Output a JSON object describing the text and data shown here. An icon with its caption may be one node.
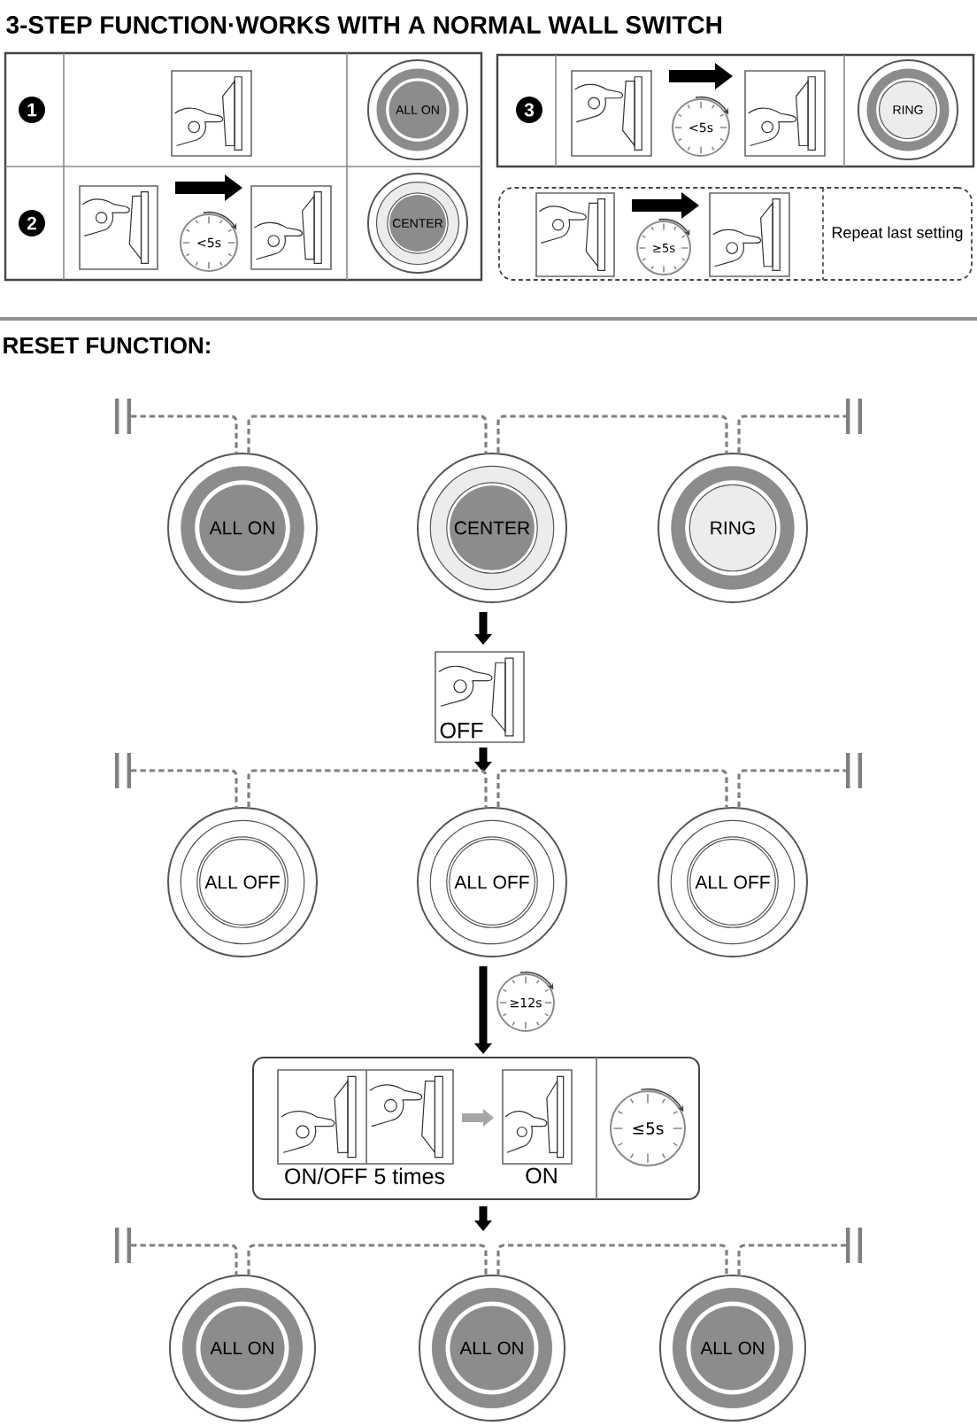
{
  "diagram": {
    "title": "3-STEP FUNCTION·WORKS WITH A NORMAL WALL SWITCH",
    "nodes": [
      {
        "text": [],
        "shape": "box"
      },
      {
        "text": [
          "1"
        ],
        "in": 0
      },
      {
        "text": [],
        "shape": "picture",
        "in": 0
      },
      {
        "text": [
          "ALL ON"
        ],
        "in": 0
      },
      {
        "text": [
          "2"
        ],
        "in": 0
      },
      {
        "text": [],
        "shape": "picture",
        "in": 0
      },
      {
        "text": [
          "<5s"
        ],
        "in": 0
      },
      {
        "text": [],
        "shape": "picture",
        "in": 0
      },
      {
        "text": [
          "CENTER"
        ],
        "in": 0
      },
      {
        "text": [],
        "shape": "box"
      },
      {
        "text": [
          "3"
        ],
        "in": 9
      },
      {
        "text": [],
        "shape": "picture",
        "in": 9
      },
      {
        "text": [
          "<5s"
        ],
        "in": 9
      },
      {
        "text": [],
        "shape": "picture",
        "in": 9
      },
      {
        "text": [
          "RING"
        ],
        "in": 9
      },
      {
        "text": [
          "Repeat last setting"
        ]
      },
      {
        "text": [],
        "shape": "picture",
        "in": 15
      },
      {
        "text": [
          "≥5s"
        ],
        "in": 15
      },
      {
        "text": [],
        "shape": "picture",
        "in": 15
      },
      {
        "text": [],
        "shape": "bar"
      },
      {
        "text": [
          "ALL ON"
        ]
      },
      {
        "text": [
          "CENTER"
        ]
      },
      {
        "text": [
          "RING"
        ]
      },
      {
        "text": [],
        "shape": "bar"
      },
      {
        "text": [
          "OFF"
        ]
      },
      {
        "text": [],
        "shape": "bar"
      },
      {
        "text": [
          "ALL OFF"
        ]
      },
      {
        "text": [
          "ALL OFF"
        ]
      },
      {
        "text": [
          "ALL OFF"
        ]
      },
      {
        "text": [],
        "shape": "bar"
      },
      {
        "text": [
          "≥12s"
        ]
      },
      {
        "text": [],
        "shape": "box"
      },
      {
        "text": [
          "ON/OFF 5 times"
        ],
        "in": 31
      },
      {
        "text": [
          "ON"
        ],
        "in": 31
      },
      {
        "text": [
          "≤5s"
        ],
        "in": 31
      },
      {
        "text": [],
        "shape": "bar"
      },
      {
        "text": [
          "ALL ON"
        ]
      },
      {
        "text": [
          "ALL ON"
        ]
      },
      {
        "text": [
          "ALL ON"
        ]
      },
      {
        "text": [],
        "shape": "bar"
      }
    ],
    "edges": [
      {
        "from": 5,
        "to": 7,
        "arrow": "to",
        "style": "thick",
        "color": "#000000"
      },
      {
        "from": 11,
        "to": 13,
        "arrow": "to",
        "style": "thick",
        "color": "#000000"
      },
      {
        "from": 16,
        "to": 18,
        "arrow": "to",
        "style": "thick",
        "color": "#000000"
      },
      {
        "from": 19,
        "to": 20,
        "arrow": "none",
        "style": "dashed"
      },
      {
        "from": 20,
        "to": 21,
        "arrow": "none",
        "style": "dashed"
      },
      {
        "from": 21,
        "to": 22,
        "arrow": "none",
        "style": "dashed"
      },
      {
        "from": 22,
        "to": 23,
        "arrow": "none",
        "style": "dashed"
      },
      {
        "from": 21,
        "to": 24,
        "arrow": "to",
        "style": "thick",
        "color": "#000000"
      },
      {
        "from": 24,
        "to": null,
        "arrow": "to",
        "style": "thick",
        "color": "#000000"
      },
      {
        "from": 25,
        "to": 26,
        "arrow": "none",
        "style": "dashed"
      },
      {
        "from": 26,
        "to": 27,
        "arrow": "none",
        "style": "dashed"
      },
      {
        "from": 27,
        "to": 28,
        "arrow": "none",
        "style": "dashed"
      },
      {
        "from": 28,
        "to": 29,
        "arrow": "none",
        "style": "dashed"
      },
      {
        "from": 27,
        "to": 31,
        "arrow": "to",
        "style": "thick",
        "color": "#000000"
      },
      {
        "from": 32,
        "to": 33,
        "arrow": "to",
        "style": "thick",
        "color": "#a6a6a6"
      },
      {
        "from": 31,
        "to": null,
        "arrow": "to",
        "style": "thick",
        "color": "#000000"
      },
      {
        "from": 35,
        "to": 36,
        "arrow": "none",
        "style": "dashed"
      },
      {
        "from": 36,
        "to": 37,
        "arrow": "none",
        "style": "dashed"
      },
      {
        "from": 37,
        "to": 38,
        "arrow": "none",
        "style": "dashed"
      },
      {
        "from": 38,
        "to": 39,
        "arrow": "none",
        "style": "dashed"
      }
    ],
    "labels": [
      "RESET FUNCTION:"
    ]
  }
}
